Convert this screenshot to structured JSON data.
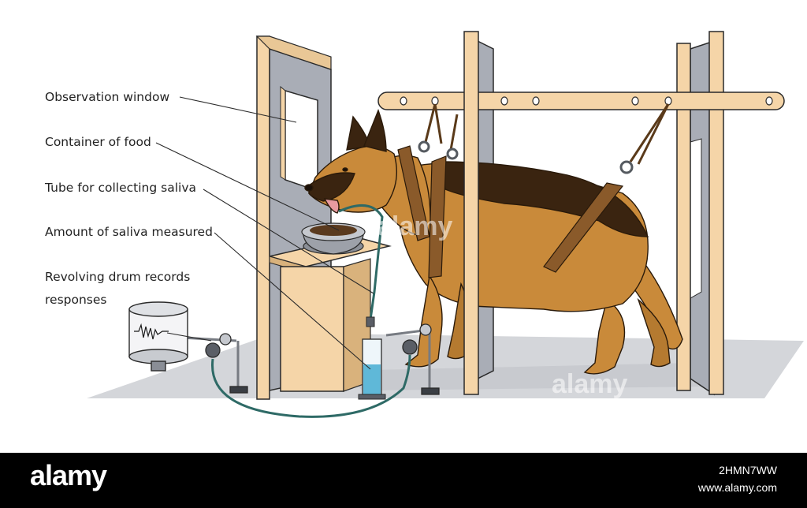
{
  "labels": {
    "observation_window": "Observation window",
    "container_of_food": "Container of food",
    "tube_saliva": "Tube for collecting saliva",
    "amount_saliva": "Amount of saliva measured",
    "drum_line1": "Revolving drum records",
    "drum_line2": "responses"
  },
  "footer": {
    "brand": "alamy",
    "image_id": "2HMN7WW",
    "site": "www.alamy.com"
  },
  "watermark": "alamy",
  "colors": {
    "wood": "#f5d5a8",
    "wood_edge": "#3a2a1a",
    "panel_gray": "#a8acb4",
    "floor": "#d2d4d8",
    "dog_tan": "#c98a3a",
    "dog_dark": "#3a2410",
    "harness": "#8a5a2a",
    "tube": "#2e6a66",
    "saliva": "#5fb8d8",
    "footer_bg": "#000000"
  }
}
